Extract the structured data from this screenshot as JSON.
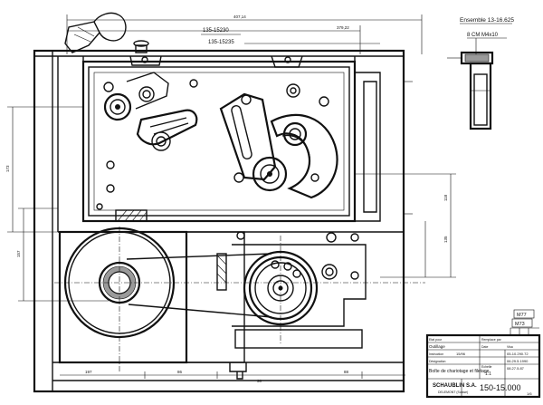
{
  "drawing": {
    "part_numbers_top": [
      "135-15230",
      "135-15235"
    ],
    "detail_callout": {
      "assembly_ref": "Ensemble 13-16.625",
      "screw": "8 CM M4x10"
    },
    "dimensions": [
      "407,14",
      "379,22",
      "173",
      "157",
      "118",
      "135",
      "86",
      "197",
      "88",
      "30"
    ],
    "revision_marks": [
      "M77",
      "M73"
    ],
    "title_block": {
      "label_drawn_by": "Etat pour",
      "label_tool": "Outillage",
      "label_replaces": "Remplace par",
      "label_date": "Date",
      "label_visa": "Visa",
      "label_instruction": "Instruction",
      "instruction_value": "15/96",
      "label_designation": "Désignation",
      "designation": "Boîte de chariotage et filetage",
      "label_scale": "Echelle",
      "scale": "1:1",
      "refs": [
        "05-10.290.72",
        "06.29.5.1990",
        "08.27.5.87"
      ],
      "company": "SCHAUBLIN S.A.",
      "company_sub": "DELEMONT (Suisse)",
      "drawing_number": "150-15.000",
      "drawing_suffix": "1/6"
    }
  }
}
